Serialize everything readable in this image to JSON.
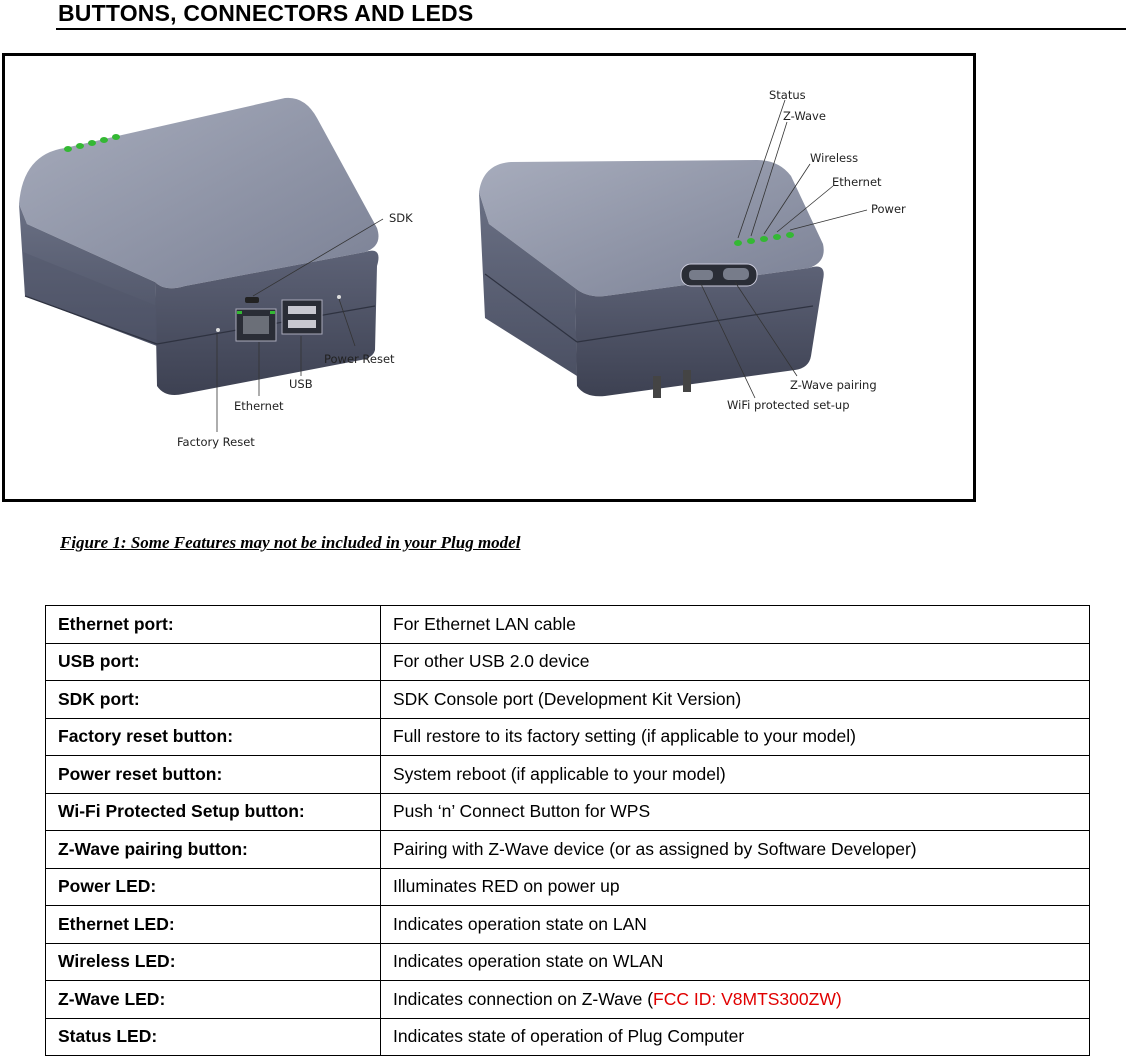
{
  "section": {
    "title": "BUTTONS, CONNECTORS AND LEDS"
  },
  "figure": {
    "callouts": {
      "status": "Status",
      "zwave": "Z-Wave",
      "wireless": "Wireless",
      "ethernet_led": "Ethernet",
      "power": "Power",
      "sdk": "SDK",
      "power_reset": "Power Reset",
      "usb": "USB",
      "ethernet_port": "Ethernet",
      "factory_reset": "Factory Reset",
      "zwave_pairing": "Z-Wave pairing",
      "wifi_setup": "WiFi protected set-up"
    },
    "caption": "Figure 1: Some Features may not be included in your Plug model"
  },
  "table": {
    "rows": [
      {
        "key": "Ethernet port:",
        "value": "For Ethernet LAN cable"
      },
      {
        "key": "USB port:",
        "value": "For other USB 2.0 device"
      },
      {
        "key": "SDK port:",
        "value": "SDK Console port (Development Kit Version)"
      },
      {
        "key": "Factory reset button:",
        "value": "Full restore to its factory setting (if applicable to your model)"
      },
      {
        "key": "Power reset button:",
        "value": "System reboot (if applicable to your model)"
      },
      {
        "key": "Wi-Fi Protected Setup button:",
        "value": "Push ‘n’ Connect  Button for WPS"
      },
      {
        "key": "Z-Wave pairing button:",
        "value": "Pairing with Z-Wave device (or as assigned by Software Developer)"
      },
      {
        "key": "Power LED:",
        "value": "Illuminates RED on power up"
      },
      {
        "key": "Ethernet LED:",
        "value": "Indicates operation state on LAN"
      },
      {
        "key": "Wireless LED:",
        "value": "Indicates operation state on WLAN"
      },
      {
        "key": "Z-Wave LED:",
        "value": "Indicates connection on Z-Wave (",
        "value_suffix_red": "FCC ID: V8MTS300ZW)"
      },
      {
        "key": "Status LED:",
        "value": "Indicates state of operation of Plug Computer"
      }
    ]
  },
  "colors": {
    "led_green": "#34b834",
    "device_gray": "#6e7488",
    "fcc_red": "#e00000"
  }
}
